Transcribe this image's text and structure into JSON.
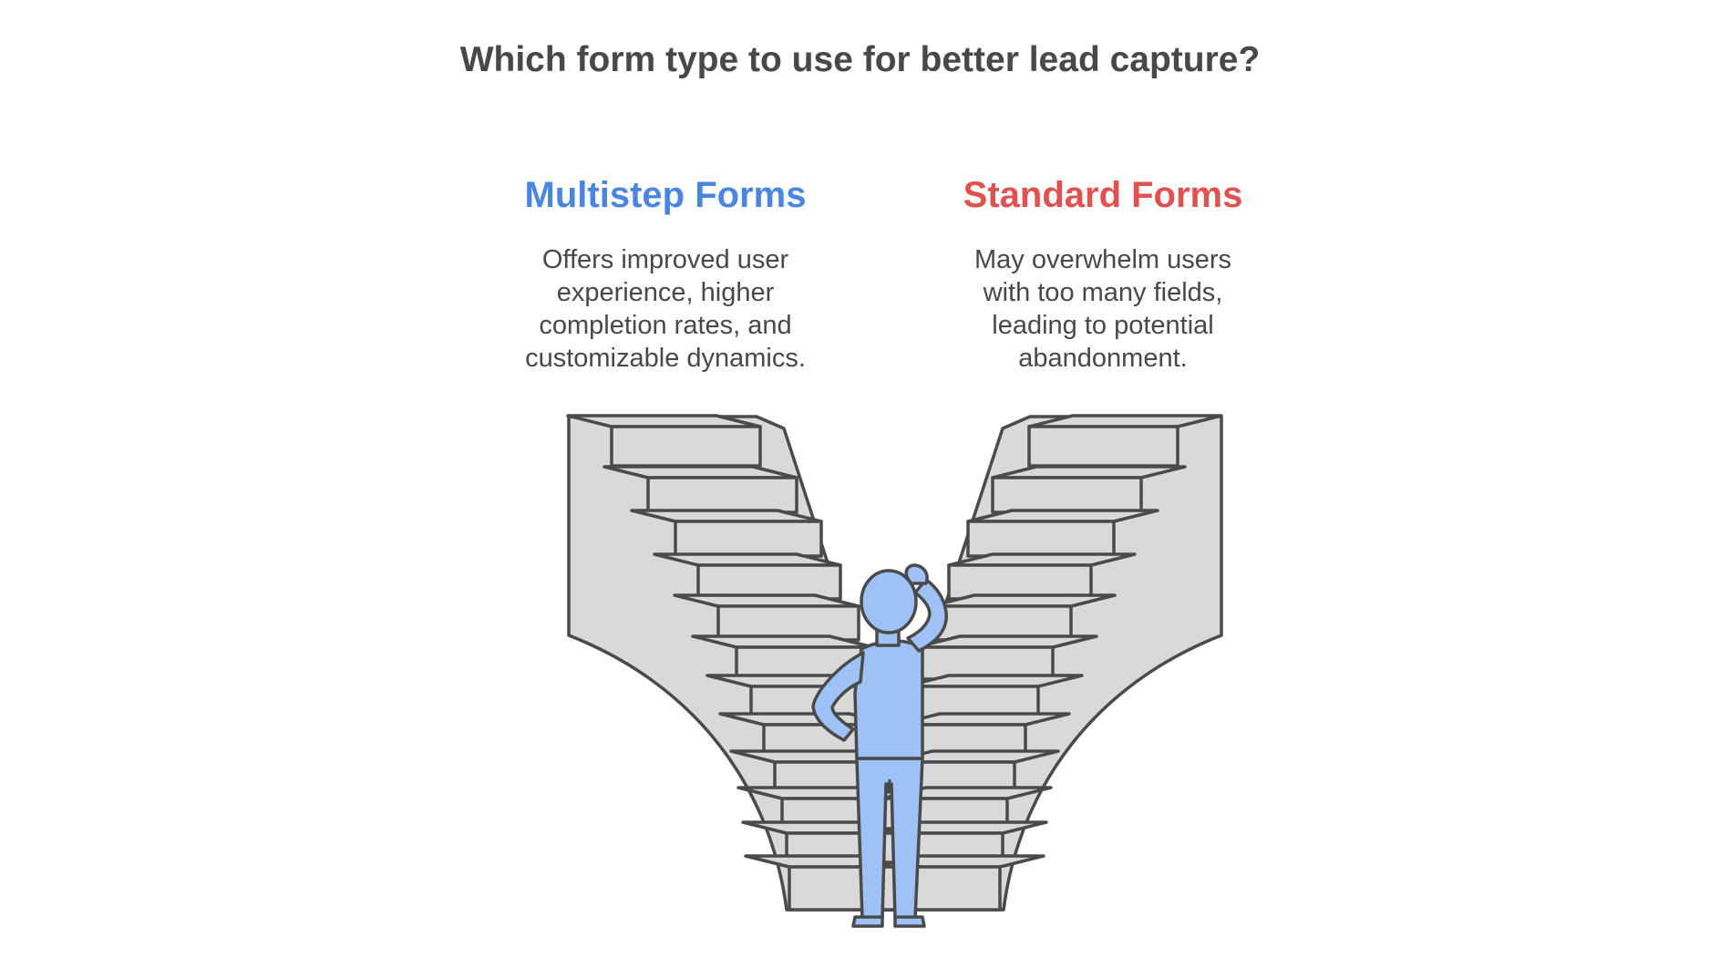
{
  "title": "Which form type to use for better lead capture?",
  "options": [
    {
      "title": "Multistep Forms",
      "color": "#4a86e0",
      "description_lines": [
        "Offers improved user",
        "experience, higher",
        "completion rates, and",
        "customizable dynamics."
      ]
    },
    {
      "title": "Standard Forms",
      "color": "#e0524f",
      "description_lines": [
        "May overwhelm users",
        "with too many fields,",
        "leading to potential",
        "abandonment."
      ]
    }
  ],
  "colors": {
    "stair_fill": "#d9d9d9",
    "stair_stroke": "#4a4a4a",
    "person_fill": "#9ec2f5",
    "person_stroke": "#4a4a4a"
  },
  "illustration": {
    "left_stair_steps": 12,
    "right_stair_steps": 12
  }
}
